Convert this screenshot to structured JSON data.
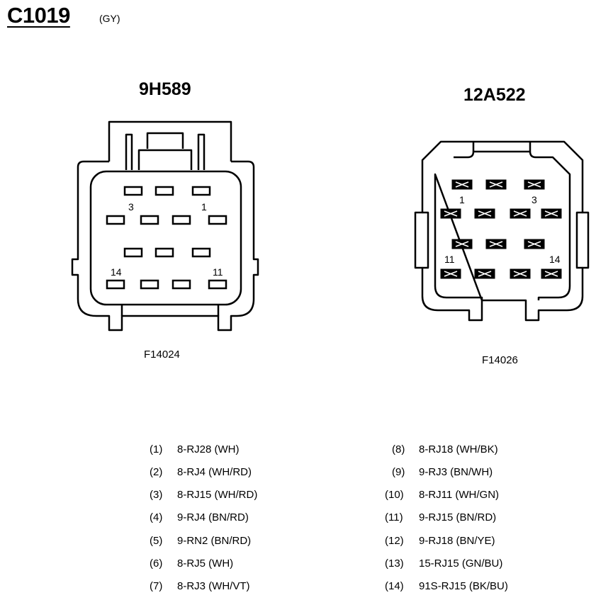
{
  "header": {
    "title": "C1019",
    "color_code": "(GY)"
  },
  "connectors": [
    {
      "name": "9H589",
      "figure_id": "F14024",
      "pin_labels": {
        "a": "3",
        "b": "1",
        "c": "14",
        "d": "11"
      }
    },
    {
      "name": "12A522",
      "figure_id": "F14026",
      "pin_labels": {
        "a": "1",
        "b": "3",
        "c": "11",
        "d": "14"
      }
    }
  ],
  "pins_left": [
    {
      "num": "(1)",
      "desc": "8-RJ28 (WH)"
    },
    {
      "num": "(2)",
      "desc": "8-RJ4 (WH/RD)"
    },
    {
      "num": "(3)",
      "desc": "8-RJ15 (WH/RD)"
    },
    {
      "num": "(4)",
      "desc": "9-RJ4 (BN/RD)"
    },
    {
      "num": "(5)",
      "desc": "9-RN2 (BN/RD)"
    },
    {
      "num": "(6)",
      "desc": "8-RJ5 (WH)"
    },
    {
      "num": "(7)",
      "desc": "8-RJ3 (WH/VT)"
    }
  ],
  "pins_right": [
    {
      "num": "(8)",
      "desc": "8-RJ18 (WH/BK)"
    },
    {
      "num": "(9)",
      "desc": "9-RJ3 (BN/WH)"
    },
    {
      "num": "(10)",
      "desc": "8-RJ11 (WH/GN)"
    },
    {
      "num": "(11)",
      "desc": "9-RJ15 (BN/RD)"
    },
    {
      "num": "(12)",
      "desc": "9-RJ18 (BN/YE)"
    },
    {
      "num": "(13)",
      "desc": "15-RJ15 (GN/BU)"
    },
    {
      "num": "(14)",
      "desc": "91S-RJ15 (BK/BU)"
    }
  ]
}
